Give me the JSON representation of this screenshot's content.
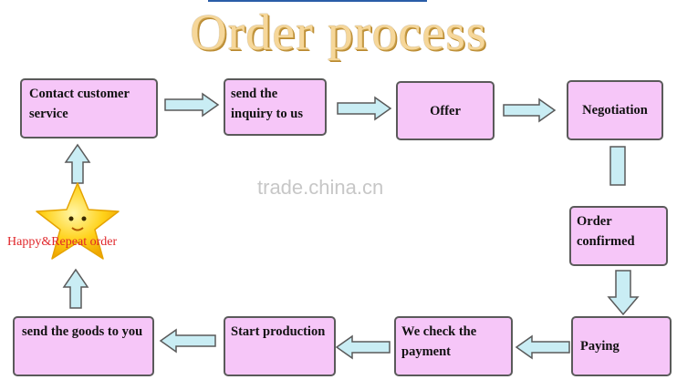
{
  "title": "Order process",
  "watermark": "trade.china.cn",
  "steps": {
    "contact": "Contact customer service",
    "inquiry": "send the inquiry to us",
    "offer": "Offer",
    "negotiation": "Negotiation",
    "confirmed": "Order confirmed",
    "paying": "Paying",
    "check_payment": "We check the payment",
    "production": "Start production",
    "send_goods": "send the goods to you"
  },
  "happy_label": "Happy&Repeat order",
  "colors": {
    "box_fill": "#f6c6f8",
    "arrow_fill": "#c9edf4",
    "arrow_stroke": "#5a5a5a",
    "label_red": "#e0262a",
    "star": "#ffd21a"
  }
}
